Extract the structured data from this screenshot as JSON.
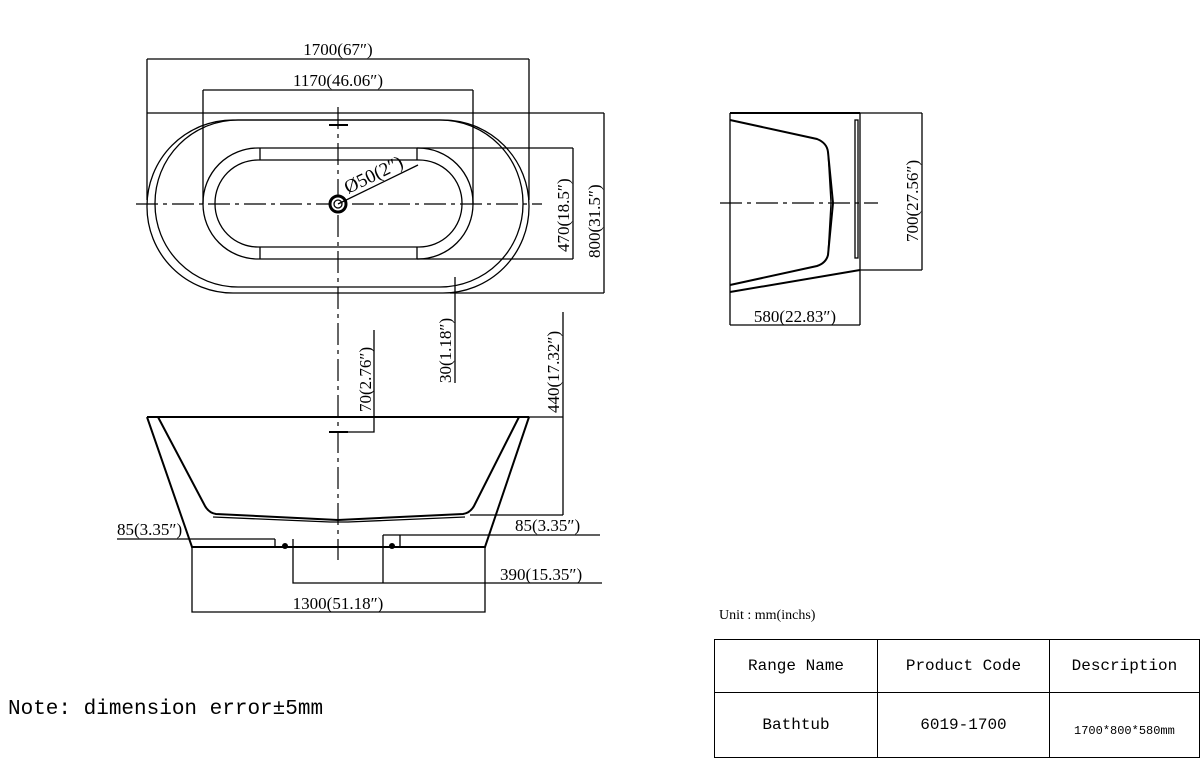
{
  "top_view": {
    "overall_length": "1700(67″)",
    "inner_length": "1170(46.06″)",
    "drain_diameter": "Ø50(2″)",
    "inner_width": "470(18.5″)",
    "overall_width": "800(31.5″)",
    "rim_thickness": "30(1.18″)"
  },
  "side_view": {
    "overflow_depth": "70(2.76″)",
    "depth": "440(17.32″)",
    "left_foot_offset": "85(3.35″)",
    "right_foot_offset": "85(3.35″)",
    "feet_spacing": "390(15.35″)",
    "base_length": "1300(51.18″)"
  },
  "end_view": {
    "height": "580(22.83″)",
    "width": "700(27.56″)"
  },
  "unit_label": "Unit : mm(inchs)",
  "note": "Note: dimension error±5mm",
  "table": {
    "headers": [
      "Range Name",
      "Product Code",
      "Description"
    ],
    "row": [
      "Bathtub",
      "6019-1700",
      "1700*800*580mm"
    ]
  }
}
